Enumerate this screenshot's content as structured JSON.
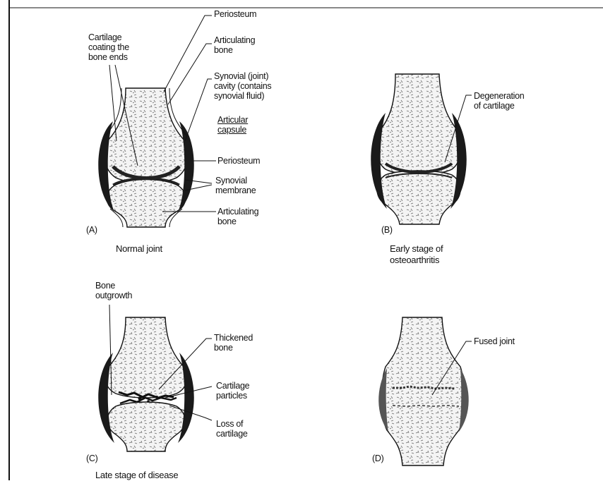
{
  "panels": {
    "a": {
      "letter": "(A)",
      "caption": "Normal joint",
      "labels": {
        "periosteum_top": "Periosteum",
        "articulating_bone_top": "Articulating\nbone",
        "cartilage": "Cartilage\ncoating the\nbone ends",
        "synovial_cavity": "Synovial (joint)\ncavity (contains\nsynovial fluid)",
        "articular_capsule": "Articular\ncapsule",
        "periosteum_mid": "Periosteum",
        "synovial_membrane": "Synovial\nmembrane",
        "articulating_bone_bottom": "Articulating\nbone"
      }
    },
    "b": {
      "letter": "(B)",
      "caption": "Early stage of\nosteoarthritis",
      "labels": {
        "degeneration": "Degeneration\nof cartilage"
      }
    },
    "c": {
      "letter": "(C)",
      "caption": "Late stage of disease",
      "labels": {
        "bone_outgrowth": "Bone\noutgrowth",
        "thickened_bone": "Thickened\nbone",
        "cartilage_particles": "Cartilage\nparticles",
        "loss_of_cartilage": "Loss of\ncartilage"
      }
    },
    "d": {
      "letter": "(D)",
      "caption": "",
      "labels": {
        "fused_joint": "Fused joint"
      }
    }
  },
  "colors": {
    "line": "#111111",
    "capsule": "#1a1a1a",
    "bone_fill": "#f4f4f4",
    "speckle": "#555555",
    "fused_shade": "#555555"
  }
}
